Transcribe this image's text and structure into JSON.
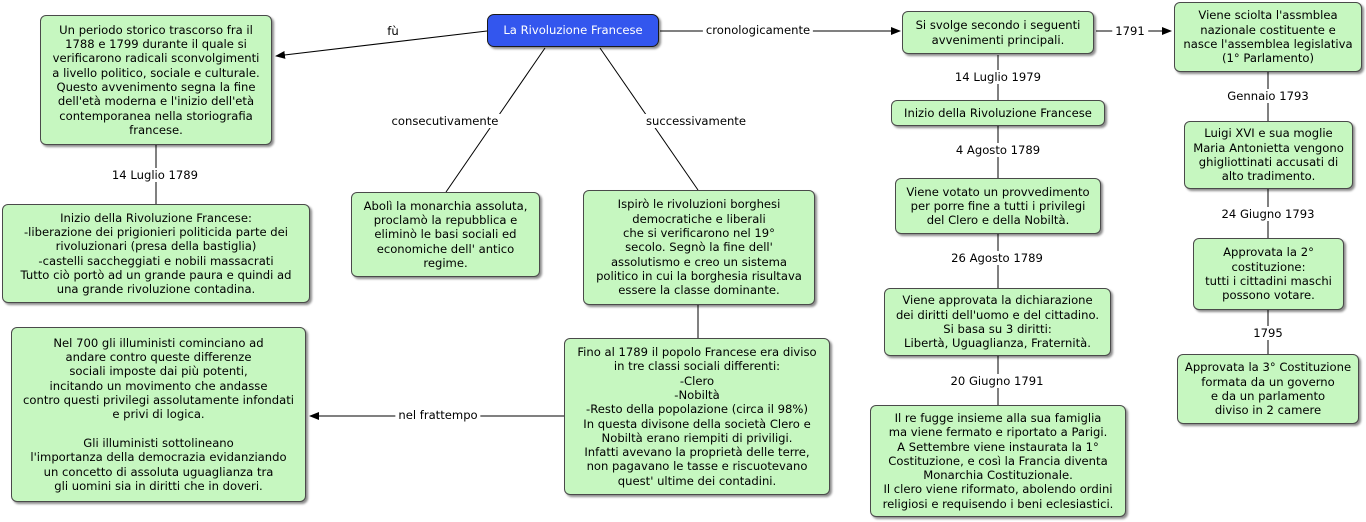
{
  "colors": {
    "node_fill": "#c6f7c0",
    "root_fill": "#3356ee",
    "line": "#000000"
  },
  "nodes": {
    "root": "La Rivoluzione Francese",
    "periodo": "Un periodo storico trascorso fra il\n1788 e 1799 durante il quale si\nverificarono radicali sconvolgimenti\na livello politico, sociale e culturale.\nQuesto avvenimento segna la fine\ndell'età moderna e l'inizio dell'età\ncontemporanea nella storiografia\nfrancese.",
    "inizio_left": "Inizio della Rivoluzione Francese:\n-liberazione dei prigionieri politicida parte dei\nrivoluzionari (presa della bastiglia)\n-castelli saccheggiati e nobili massacrati\nTutto ciò portò ad un grande paura e quindi ad\nuna grande rivoluzione contadina.",
    "aboli": "Abolì la monarchia assoluta,\nproclamò la repubblica e\neliminò le basi sociali ed\neconomiche dell' antico\nregime.",
    "ispiro": "Ispirò le rivoluzioni borghesi\ndemocratiche e liberali\nche si verificarono nel 19°\nsecolo. Segnò la fine dell'\nassolutismo e creo un sistema\npolitico in cui la borghesia risultava\nessere la classe dominante.",
    "illuministi": "Nel 700 gli illuministi cominciano ad\nandare contro queste differenze\nsociali imposte dai più potenti,\nincitando un movimento che andasse\ncontro questi privilegi assolutamente infondati\ne privi di logica.\n\nGli illuministi sottolineano\nl'importanza della democrazia evidanziando\nun concetto di assoluta uguaglianza tra\ngli uomini sia in diritti che in doveri.",
    "classi": "Fino al 1789 il popolo Francese era diviso\nin tre classi sociali differenti:\n-Clero\n-Nobiltà\n-Resto della popolazione (circa il 98%)\nIn questa divisone della società Clero e\nNobiltà erano riempiti di priviligi.\nInfatti avevano la proprietà delle terre,\nnon pagavano le tasse e riscuotevano\nquest' ultime dei contadini.",
    "svolge": "Si svolge secondo i seguenti\navvenimenti principali.",
    "inizio_mid": "Inizio della Rivoluzione Francese",
    "votato": "Viene votato un provvedimento\nper porre fine a tutti i privilegi\ndel Clero e della Nobiltà.",
    "dichiarazione": "Viene approvata la dichiarazione\ndei diritti dell'uomo e del cittadino.\nSi basa su 3 diritti:\nLibertà, Uguaglianza, Fraternità.",
    "fugge": "Il re fugge insieme alla sua famiglia\nma viene fermato e riportato a Parigi.\nA Settembre viene instaurata la 1°\nCostituzione, e così la Francia diventa\nMonarchia Costituzionale.\nIl clero viene riformato, abolendo ordini\nreligiosi e requisendo i beni eclesiastici.",
    "sciolta": "Viene sciolta l'assmblea\nnazionale costituente e\nnasce l'assemblea legislativa\n(1° Parlamento)",
    "luigi": "Luigi XVI e sua moglie\nMaria Antonietta vengono\nghigliottinati accusati di\nalto tradimento.",
    "costituzione2": "Approvata la 2°\ncostituzione:\ntutti i cittadini maschi\npossono votare.",
    "costituzione3": "Approvata la 3° Costituzione\nformata da un governo\ne da un parlamento\ndiviso in 2 camere"
  },
  "links": {
    "fu": "fù",
    "cronologicamente": "cronologicamente",
    "consecutivamente": "consecutivamente",
    "successivamente": "successivamente",
    "nel_frattempo": "nel frattempo",
    "d_14_luglio_1789": "14 Luglio 1789",
    "d_14_luglio_1979": "14 Luglio 1979",
    "d_4_agosto_1789": "4 Agosto 1789",
    "d_26_agosto_1789": "26 Agosto 1789",
    "d_20_giugno_1791": "20 Giugno 1791",
    "d_1791": "1791",
    "d_gennaio_1793": "Gennaio 1793",
    "d_24_giugno_1793": "24 Giugno 1793",
    "d_1795": "1795"
  }
}
